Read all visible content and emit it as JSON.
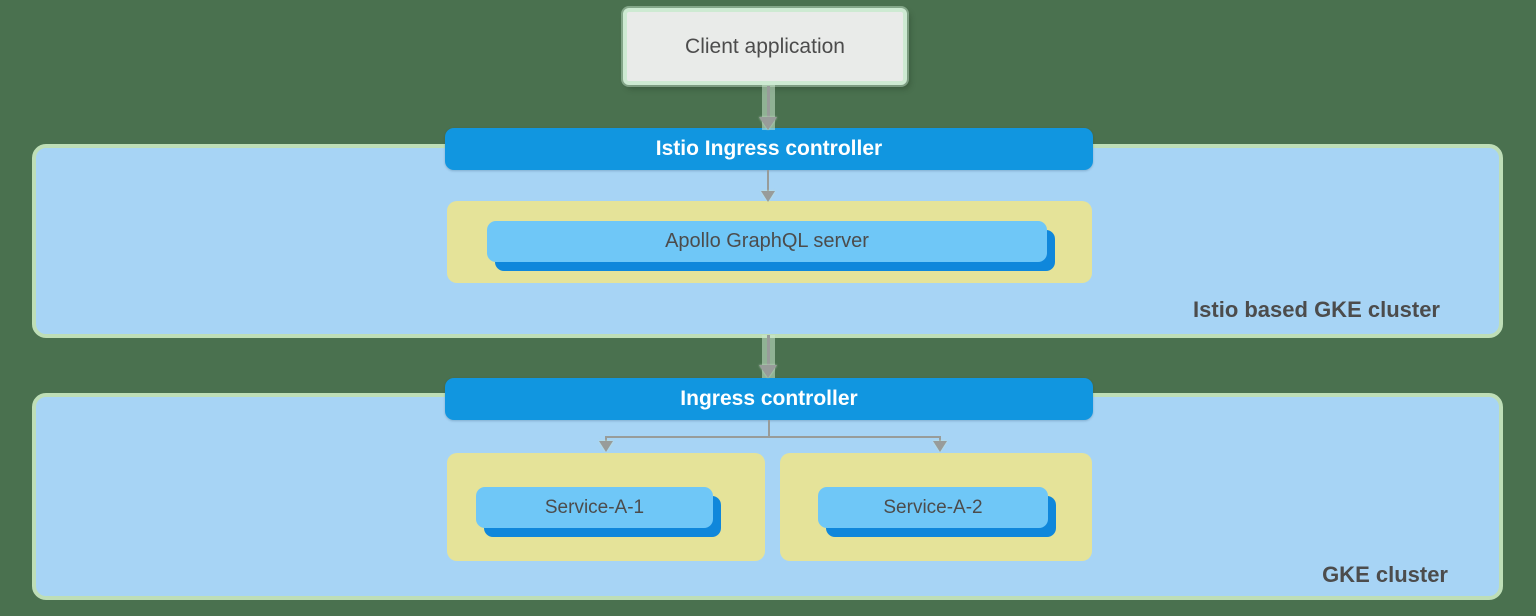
{
  "colors": {
    "page_bg": "#4A714F",
    "cluster_fill": "#A7D4F5",
    "cluster_border": "#BEDEB7",
    "banner_fill": "#1196E0",
    "pod_fill": "#E5E399",
    "chip_fill": "#6FC7F7",
    "chip_shadow": "#0F87DB",
    "client_fill": "#E9EBE9",
    "client_border": "#CDEAD2",
    "text_dark": "#4C4C4C",
    "text_white": "#FFFFFF",
    "arrow": "#989C9A"
  },
  "client_box": {
    "label": "Client application"
  },
  "istio_cluster": {
    "name": "Istio based GKE cluster",
    "ingress_label": "Istio Ingress controller",
    "server_label": "Apollo GraphQL server"
  },
  "gke_cluster": {
    "name": "GKE cluster",
    "ingress_label": "Ingress controller",
    "services": [
      {
        "label": "Service-A-1"
      },
      {
        "label": "Service-A-2"
      }
    ]
  }
}
